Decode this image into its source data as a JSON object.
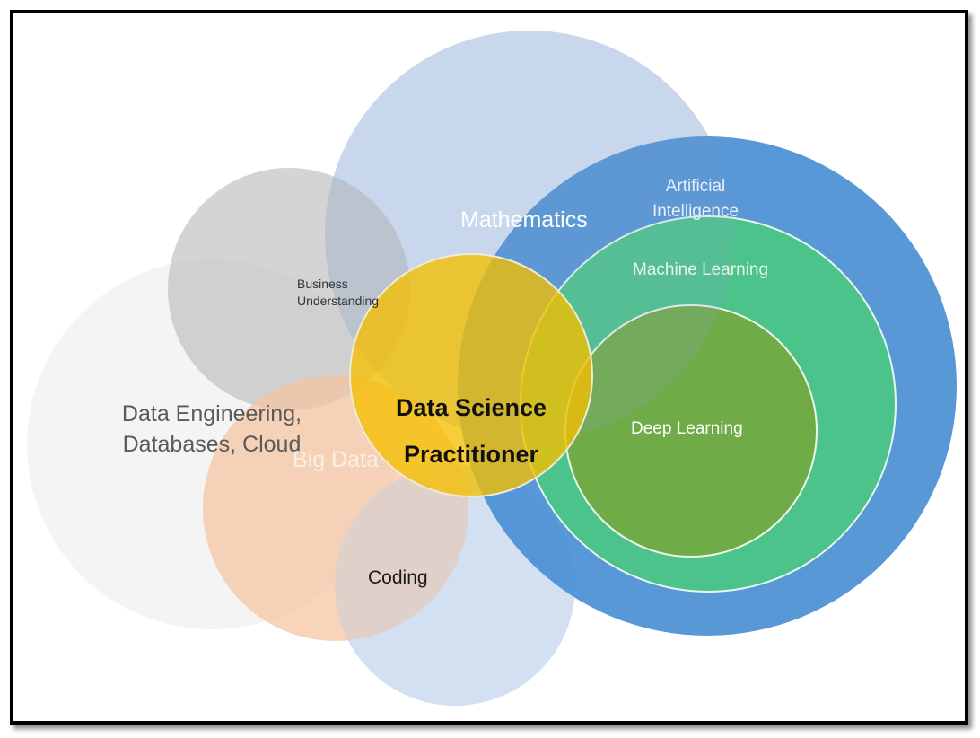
{
  "diagram": {
    "type": "overlapping-venn",
    "frame": {
      "border_color": "#000000",
      "background": "#ffffff"
    },
    "circles": [
      {
        "id": "data-engineering",
        "label": "Data Engineering, Databases, Cloud",
        "color": "#f2f2f2"
      },
      {
        "id": "business-understanding",
        "label": "Business Understanding",
        "color": "#c8c8c8"
      },
      {
        "id": "mathematics",
        "label": "Mathematics",
        "color": "#c9d8ef"
      },
      {
        "id": "coding",
        "label": "Coding",
        "color": "#d6e4f4"
      },
      {
        "id": "big-data",
        "label": "Big Data",
        "color": "#f3c8aa"
      },
      {
        "id": "artificial-intelligence",
        "label": "Artificial Intelligence",
        "color": "#4a90d6"
      },
      {
        "id": "machine-learning",
        "label": "Machine Learning",
        "color": "#4cc38a"
      },
      {
        "id": "deep-learning",
        "label": "Deep Learning",
        "color": "#70ad47"
      },
      {
        "id": "data-science-practitioner",
        "label": "Data Science Practitioner",
        "color": "#f5c000"
      }
    ],
    "labels": {
      "data_engineering": "Data Engineering, Databases, Cloud",
      "business_understanding": "Business Understanding",
      "mathematics": "Mathematics",
      "artificial_intelligence": "Artificial Intelligence",
      "machine_learning": "Machine Learning",
      "deep_learning": "Deep Learning",
      "data_science_practitioner": "Data Science Practitioner",
      "big_data": "Big Data",
      "coding": "Coding"
    }
  }
}
